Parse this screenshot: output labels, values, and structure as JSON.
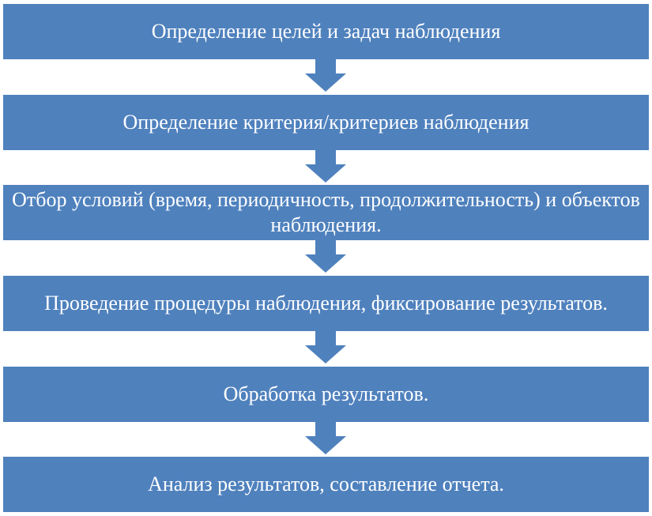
{
  "flowchart": {
    "steps": [
      {
        "label": "Определение целей и задач наблюдения"
      },
      {
        "label": "Определение критерия/критериев наблюдения"
      },
      {
        "label": "Отбор условий (время, периодичность, продолжительность) и объектов наблюдения."
      },
      {
        "label": "Проведение процедуры наблюдения, фиксирование результатов."
      },
      {
        "label": "Обработка результатов."
      },
      {
        "label": "Анализ результатов, составление отчета."
      }
    ],
    "colors": {
      "box_fill": "#4f81bd",
      "arrow_fill": "#4f81bd",
      "text": "#ffffff"
    },
    "icons": {
      "connector": "down-arrow-icon"
    }
  }
}
